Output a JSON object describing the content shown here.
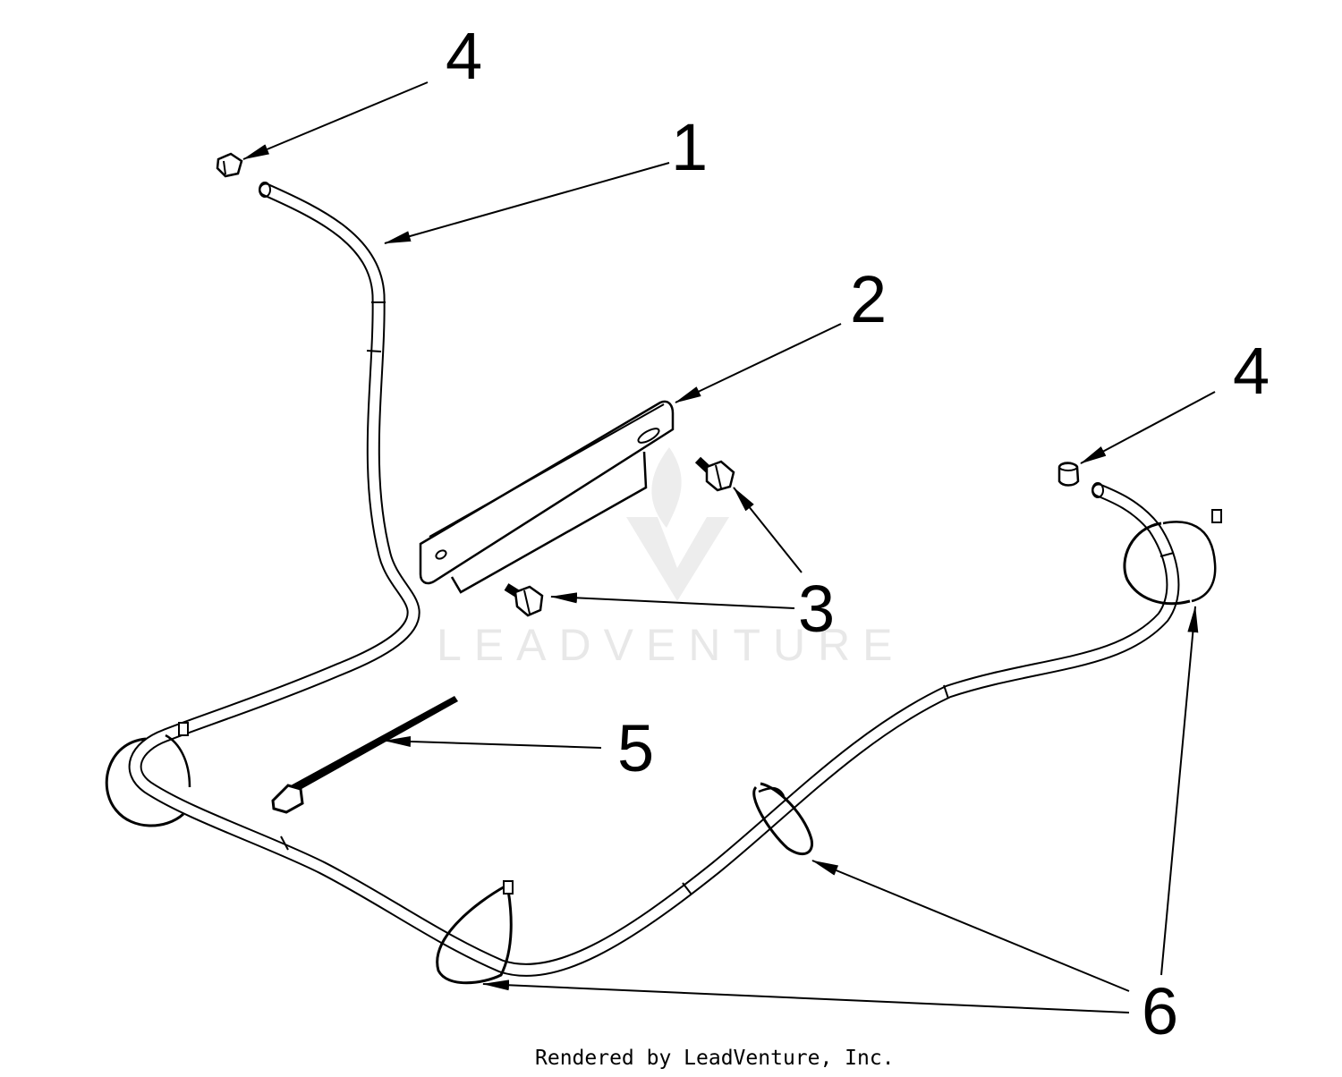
{
  "diagram": {
    "callouts": [
      {
        "id": "callout-4-left",
        "label": "4"
      },
      {
        "id": "callout-1",
        "label": "1"
      },
      {
        "id": "callout-2",
        "label": "2"
      },
      {
        "id": "callout-4-right",
        "label": "4"
      },
      {
        "id": "callout-3",
        "label": "3"
      },
      {
        "id": "callout-5",
        "label": "5"
      },
      {
        "id": "callout-6",
        "label": "6"
      }
    ],
    "watermark": "LEADVENTURE",
    "credit": "Rendered by LeadVenture, Inc."
  }
}
